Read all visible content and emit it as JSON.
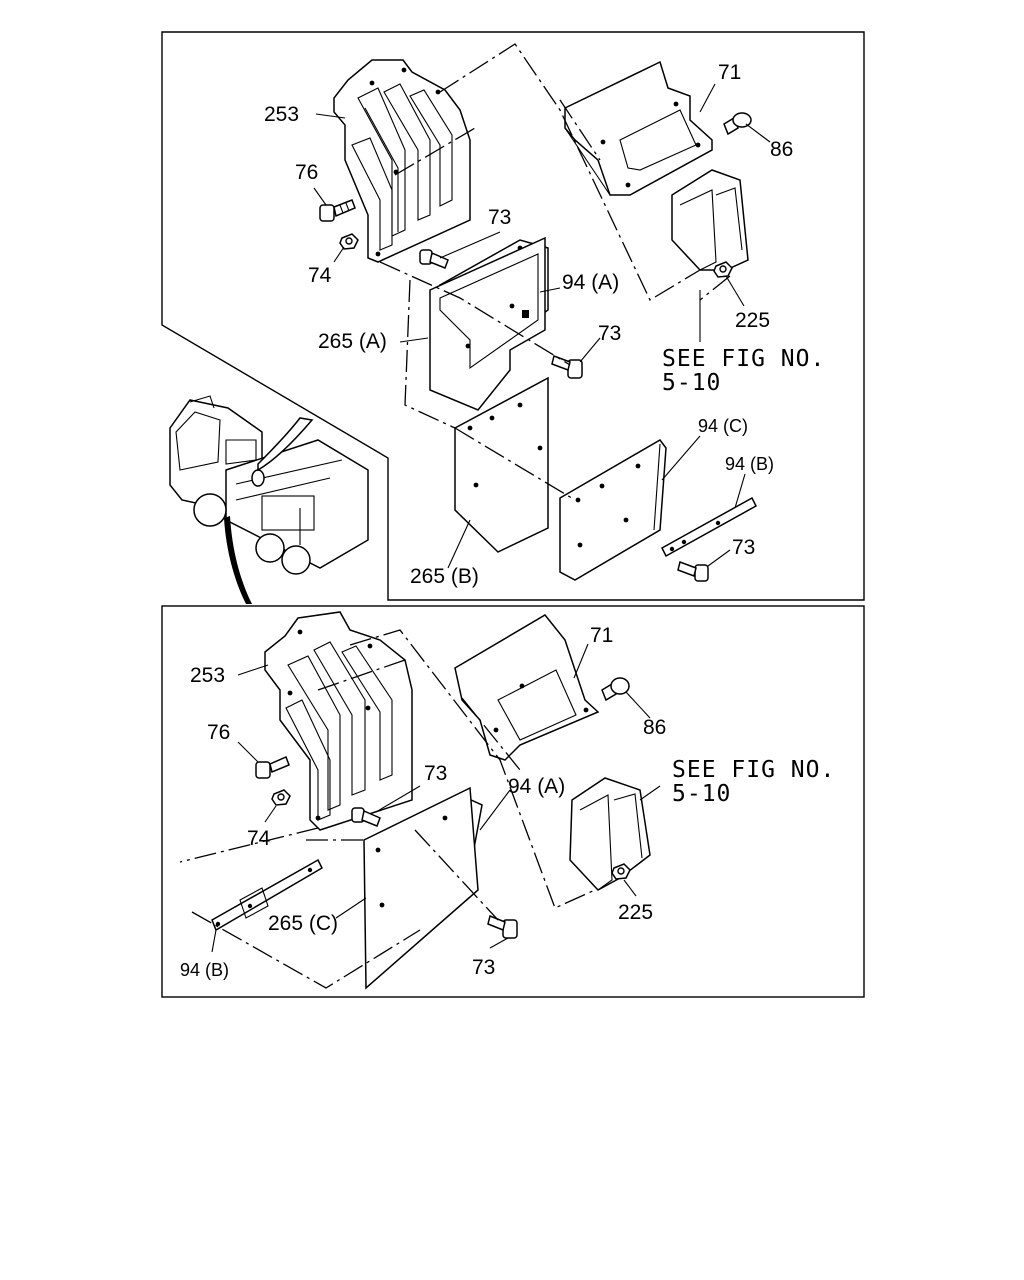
{
  "upper_panel": {
    "labels": {
      "p253": "253",
      "p76": "76",
      "p74": "74",
      "p73a": "73",
      "p73b": "73",
      "p73c": "73",
      "p71": "71",
      "p86": "86",
      "p94a": "94 (A)",
      "p94b": "94 (B)",
      "p94c": "94 (C)",
      "p225": "225",
      "p265a": "265 (A)",
      "p265b": "265 (B)"
    },
    "see_ref_line1": "SEE FIG NO.",
    "see_ref_line2": "5-10"
  },
  "lower_panel": {
    "labels": {
      "p253": "253",
      "p76": "76",
      "p74": "74",
      "p73a": "73",
      "p73b": "73",
      "p71": "71",
      "p86": "86",
      "p94a": "94 (A)",
      "p94b": "94 (B)",
      "p225": "225",
      "p265c": "265 (C)"
    },
    "see_ref_line1": "SEE FIG NO.",
    "see_ref_line2": "5-10"
  }
}
